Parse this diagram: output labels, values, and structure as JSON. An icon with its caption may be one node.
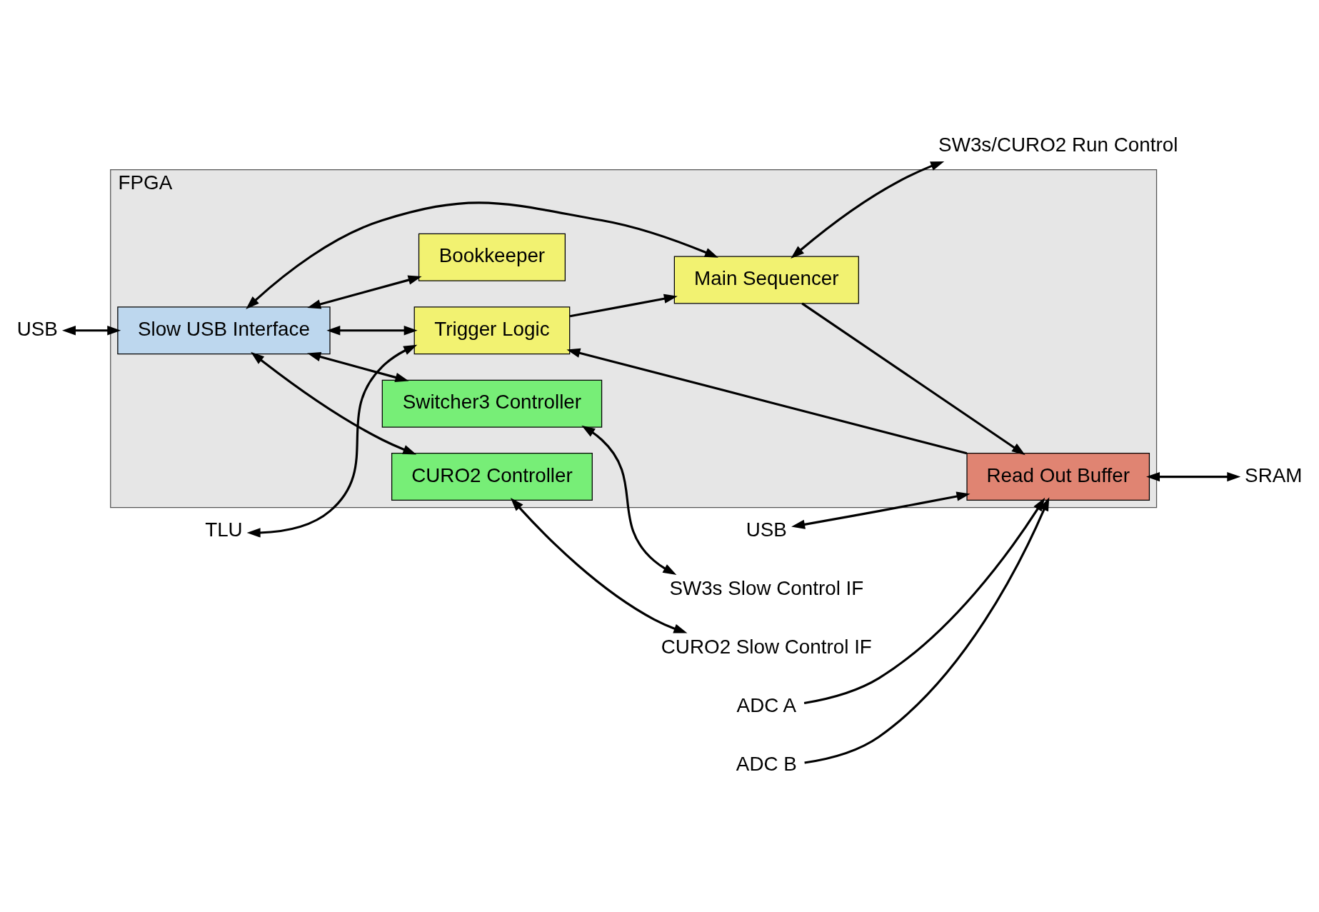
{
  "diagram": {
    "nodes": [
      {
        "text": [
          "FPGA"
        ]
      },
      {
        "text": [
          "Slow USB Interface"
        ],
        "in": 0
      },
      {
        "text": [
          "Trigger Logic"
        ],
        "in": 0
      },
      {
        "text": [
          "Switcher3 Controller"
        ],
        "in": 0
      },
      {
        "text": [
          "CURO2 Controller"
        ],
        "in": 0
      },
      {
        "text": [
          "Main Sequencer"
        ],
        "in": 0
      },
      {
        "text": [
          "Bookkeeper"
        ],
        "in": 0
      },
      {
        "text": [
          "Read Out Buffer"
        ],
        "in": 0
      },
      {
        "text": [
          "TLU"
        ]
      },
      {
        "text": [
          "USB"
        ]
      },
      {
        "text": [
          "SW3s Slow Control IF"
        ]
      },
      {
        "text": [
          "CURO2 Slow Control IF"
        ]
      },
      {
        "text": [
          "SW3s/CURO2 Run Control"
        ]
      },
      {
        "text": [
          "USB"
        ]
      },
      {
        "text": [
          "ADC A"
        ]
      },
      {
        "text": [
          "ADC B"
        ]
      },
      {
        "text": [
          "SRAM"
        ]
      }
    ],
    "edges": [
      {
        "from": 8,
        "to": 2,
        "arrow": "both"
      },
      {
        "from": 1,
        "to": 2,
        "arrow": "both"
      },
      {
        "from": 1,
        "to": 3,
        "arrow": "both"
      },
      {
        "from": 1,
        "to": 4,
        "arrow": "both"
      },
      {
        "from": 1,
        "to": 5,
        "arrow": "both"
      },
      {
        "from": 1,
        "to": 6,
        "arrow": "both"
      },
      {
        "from": 9,
        "to": 1,
        "arrow": "both"
      },
      {
        "from": 2,
        "to": 5,
        "arrow": "to"
      },
      {
        "from": 7,
        "to": 2,
        "arrow": "to"
      },
      {
        "from": 5,
        "to": 7,
        "arrow": "to"
      },
      {
        "from": 3,
        "to": 10,
        "arrow": "both"
      },
      {
        "from": 4,
        "to": 11,
        "arrow": "both"
      },
      {
        "from": 5,
        "to": 12,
        "arrow": "both"
      },
      {
        "from": 13,
        "to": 7,
        "arrow": "both"
      },
      {
        "from": 14,
        "to": 7,
        "arrow": "to"
      },
      {
        "from": 15,
        "to": 7,
        "arrow": "to"
      },
      {
        "from": 7,
        "to": 16,
        "arrow": "both"
      }
    ]
  }
}
